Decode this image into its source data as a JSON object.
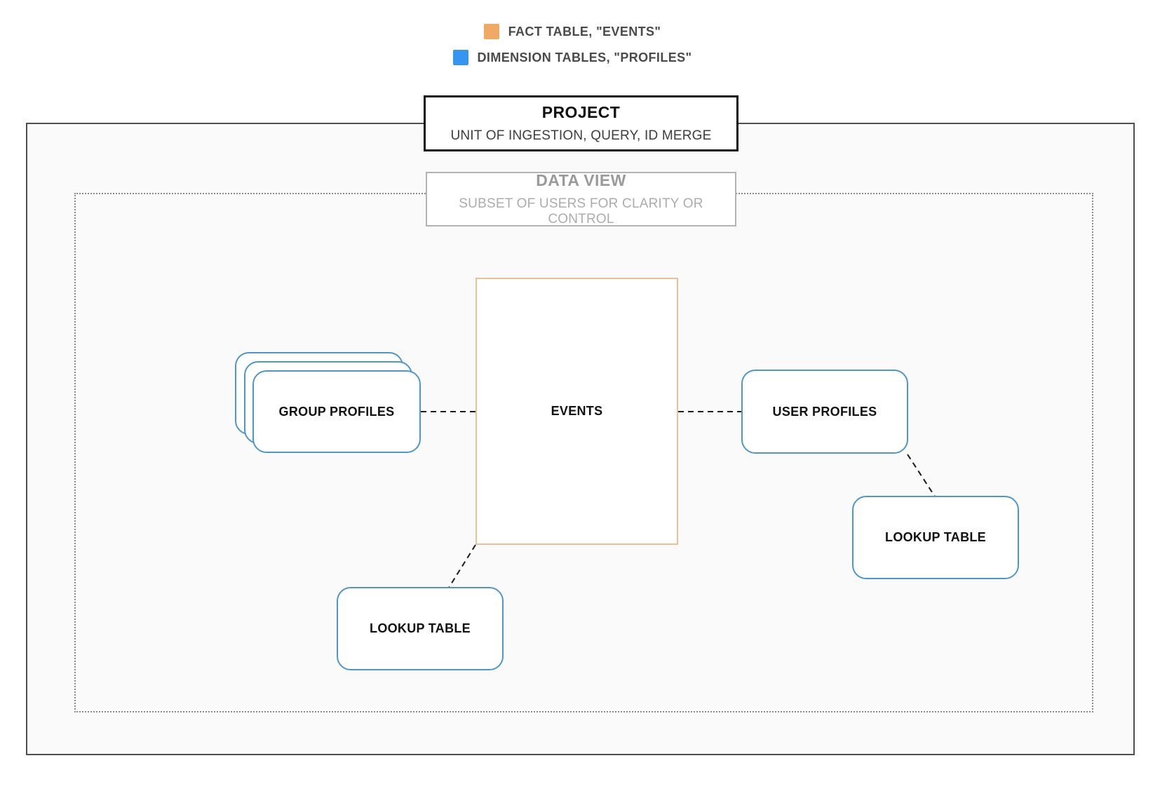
{
  "legend": {
    "items": [
      {
        "label": "FACT TABLE, \"EVENTS\"",
        "swatch_color": "#F2A963",
        "swatch_icon": "fact-table-swatch-icon"
      },
      {
        "label": "DIMENSION TABLES, \"PROFILES\"",
        "swatch_color": "#3397F1",
        "swatch_icon": "dimension-tables-swatch-icon"
      }
    ]
  },
  "containers": {
    "project": {
      "title": "PROJECT",
      "subtitle": "UNIT OF INGESTION, QUERY, ID MERGE"
    },
    "data_view": {
      "title": "DATA VIEW",
      "subtitle": "SUBSET OF USERS FOR CLARITY OR CONTROL"
    }
  },
  "nodes": {
    "events": {
      "label": "EVENTS",
      "type": "fact"
    },
    "group_profiles": {
      "label": "GROUP PROFILES",
      "type": "dimension",
      "stacked": true
    },
    "user_profiles": {
      "label": "USER PROFILES",
      "type": "dimension"
    },
    "lookup_table_bottom": {
      "label": "LOOKUP TABLE",
      "type": "dimension"
    },
    "lookup_table_right": {
      "label": "LOOKUP TABLE",
      "type": "dimension"
    }
  },
  "connections": [
    {
      "from": "group_profiles",
      "to": "events",
      "style": "dashed"
    },
    {
      "from": "events",
      "to": "user_profiles",
      "style": "dashed"
    },
    {
      "from": "user_profiles",
      "to": "lookup_table_right",
      "style": "dashed"
    },
    {
      "from": "events",
      "to": "lookup_table_bottom",
      "style": "dashed"
    }
  ],
  "colors": {
    "fact_border": "#EBC194",
    "dimension_border": "#4E96CE",
    "fact_legend_swatch": "#F2A963",
    "dimension_legend_swatch": "#3397F1",
    "outer_container_border": "#4F4F4F",
    "outer_container_fill": "#FAFAFA",
    "dotted_container_border": "#8A8A8A",
    "connector": "#1A1A1A"
  }
}
